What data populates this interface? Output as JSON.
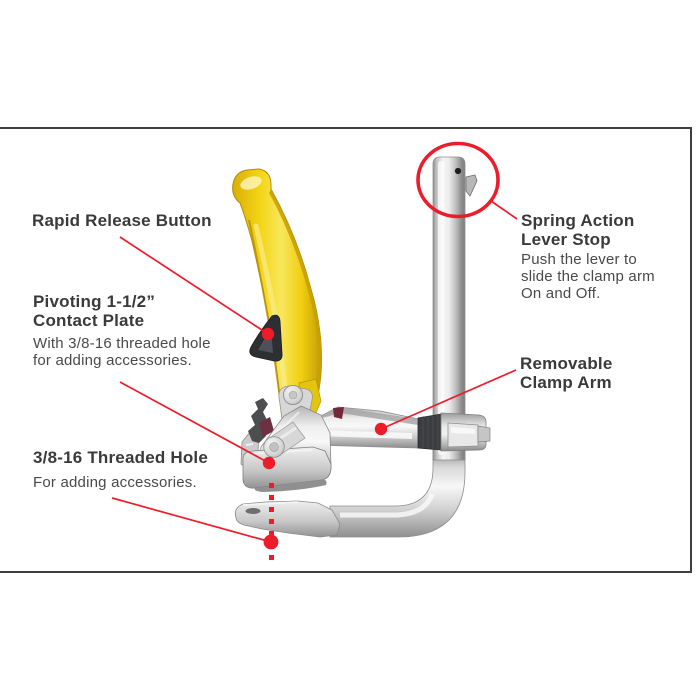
{
  "labels": {
    "rapid_release": {
      "title": "Rapid Release Button"
    },
    "pivoting_contact_plate": {
      "title_line1": "Pivoting 1-1/2”",
      "title_line2": "Contact Plate",
      "desc_line1": "With 3/8-16 threaded hole",
      "desc_line2": "for adding accessories."
    },
    "threaded_hole": {
      "title": "3/8-16 Threaded Hole",
      "desc": "For adding accessories."
    },
    "spring_action": {
      "title_line1": "Spring Action",
      "title_line2": "Lever Stop",
      "desc_line1": "Push the lever to",
      "desc_line2": "slide the clamp arm",
      "desc_line3": "On and Off."
    },
    "removable_arm": {
      "title_line1": "Removable",
      "title_line2": "Clamp Arm"
    }
  },
  "colors": {
    "annotation_red": "#ec1c2b",
    "handle_yellow": "#f2d011",
    "handle_shadow": "#c9a007",
    "button_black": "#2d2f33",
    "metal_light": "#f2f2f2",
    "metal_dark": "#8c8c8c",
    "heading_ink": "#3a3a3a",
    "body_ink": "#4a4a4a",
    "frame_border": "#3f3f3f",
    "background": "#ffffff"
  }
}
